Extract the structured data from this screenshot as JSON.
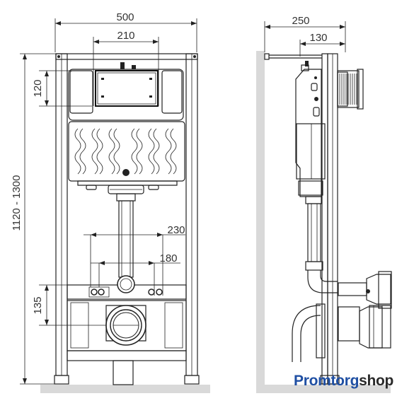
{
  "front_view": {
    "width_total": "500",
    "width_inner": "210",
    "height_top": "120",
    "height_total": "1120 - 1300",
    "fixing_wide": "230",
    "fixing_narrow": "180",
    "height_bottom": "135"
  },
  "side_view": {
    "depth_total": "250",
    "depth_inner": "130"
  },
  "brand": {
    "part1": "Promtorg",
    "part2": "shop",
    "colors": {
      "part1": "#1f4fa3",
      "part2": "#2a2a2a"
    }
  }
}
